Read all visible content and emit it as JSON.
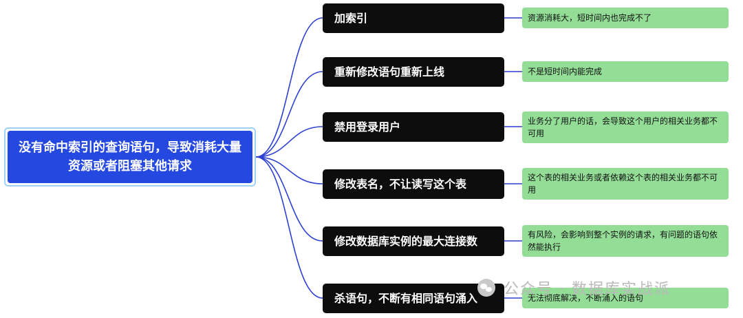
{
  "root": {
    "text": "没有命中索引的查询语句，导致消耗大量资源或者阻塞其他请求"
  },
  "branches": [
    {
      "label": "加索引",
      "note": "资源消耗大，短时间内也完成不了"
    },
    {
      "label": "重新修改语句重新上线",
      "note": "不是短时间内能完成"
    },
    {
      "label": "禁用登录用户",
      "note": "业务分了用户的话，会导致这个用户的相关业务都不可用"
    },
    {
      "label": "修改表名，不让读写这个表",
      "note": "这个表的相关业务或者依赖这个表的相关业务都不可用"
    },
    {
      "label": "修改数据库实例的最大连接数",
      "note": "有风险，会影响到整个实例的请求，有问题的语句依然能执行"
    },
    {
      "label": "杀语句，不断有相同语句涌入",
      "note": "无法彻底解决，不断涌入的语句"
    }
  ],
  "watermark": {
    "text": "公众号 · 数据库实战派"
  },
  "colors": {
    "root_fill": "#2448e0",
    "root_border": "#9fd0f5",
    "branch_fill": "#0d0d0d",
    "leaf_fill": "#93dd97",
    "connector": "#2c3fd1"
  }
}
